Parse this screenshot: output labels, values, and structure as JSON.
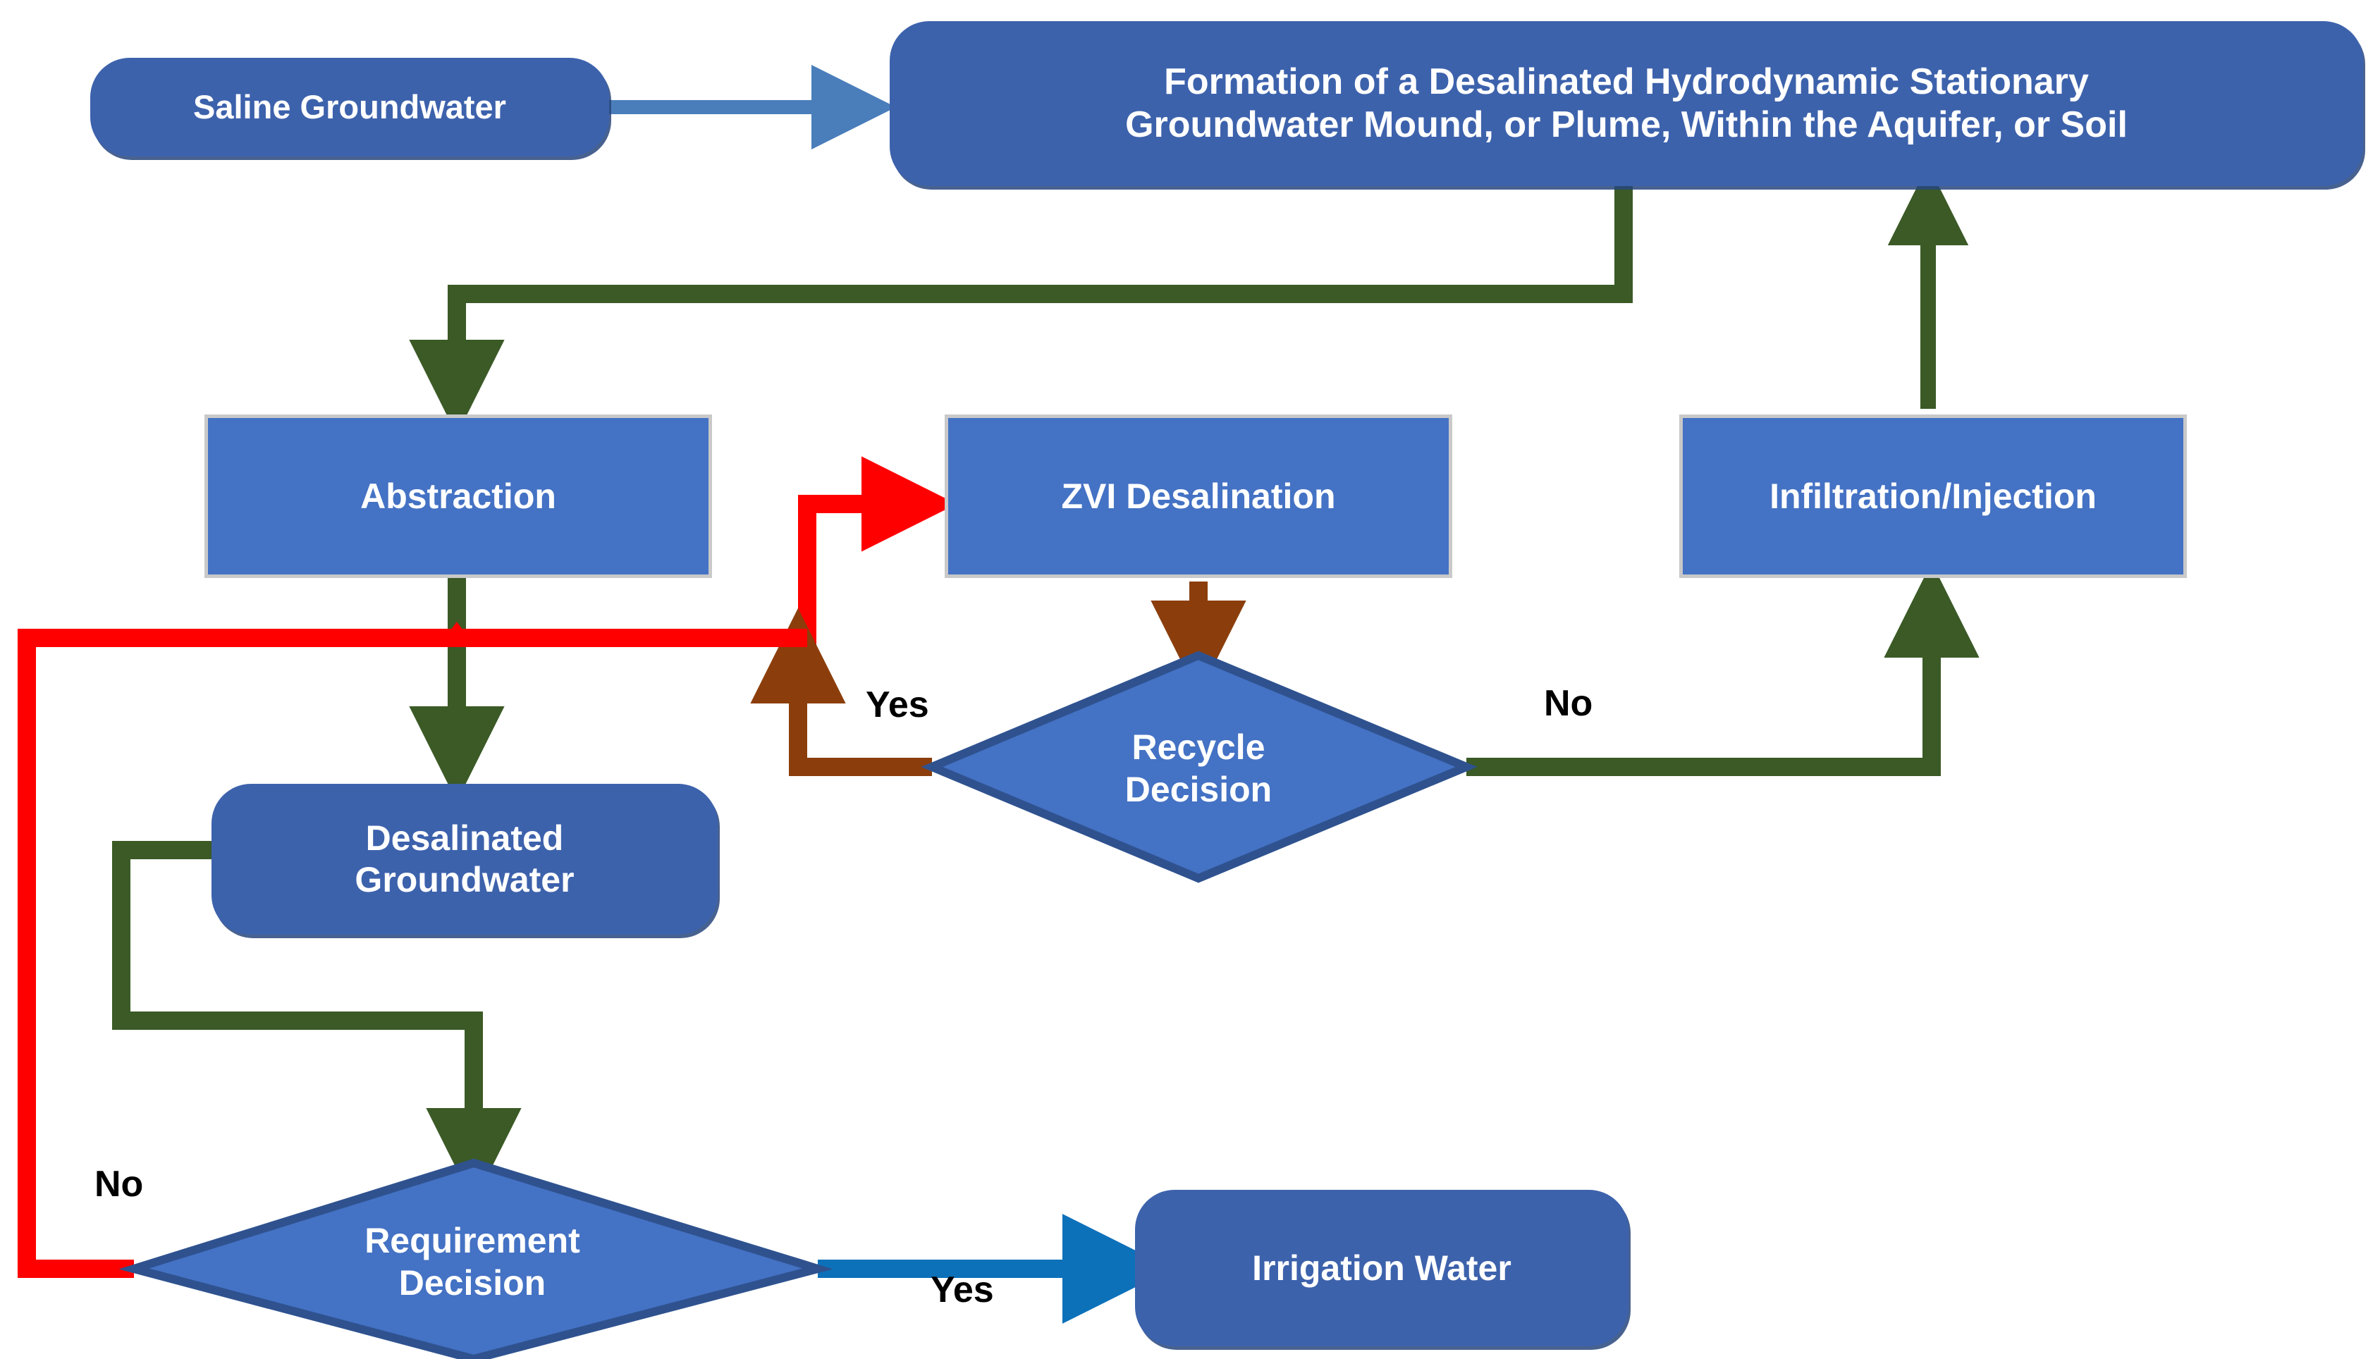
{
  "diagram": {
    "title_text_present": false,
    "background_color": "#FFFFFF",
    "palette": {
      "pill_fill": "#3D62AC",
      "rect_fill": "#4472C4",
      "rect_border": "#C9C9C9",
      "diamond_fill": "#4472C4",
      "diamond_border": "#2F528F",
      "arrow_blue": "#4A7EBB",
      "arrow_blue_dark": "#0D71BA",
      "arrow_green": "#3B5A26",
      "arrow_red": "#FF0000",
      "arrow_brown": "#8B3E0C",
      "label_text": "#000000",
      "node_text": "#FFFFFF"
    },
    "nodes": [
      {
        "id": "saline-groundwater",
        "label": "Saline Groundwater",
        "shape": "pill"
      },
      {
        "id": "formation-mound",
        "label": "Formation of a Desalinated Hydrodynamic Stationary\nGroundwater Mound, or Plume, Within the Aquifer, or Soil",
        "shape": "pill"
      },
      {
        "id": "abstraction",
        "label": "Abstraction",
        "shape": "rectangle"
      },
      {
        "id": "zvi-desalination",
        "label": "ZVI Desalination",
        "shape": "rectangle"
      },
      {
        "id": "infiltration-injection",
        "label": "Infiltration/Injection",
        "shape": "rectangle"
      },
      {
        "id": "desalinated-groundwater",
        "label": "Desalinated\nGroundwater",
        "shape": "pill"
      },
      {
        "id": "recycle-decision",
        "label": "Recycle\nDecision",
        "shape": "diamond"
      },
      {
        "id": "requirement-decision",
        "label": "Requirement\nDecision",
        "shape": "diamond"
      },
      {
        "id": "irrigation-water",
        "label": "Irrigation Water",
        "shape": "pill"
      }
    ],
    "edge_labels": [
      {
        "id": "recycle-yes",
        "text": "Yes"
      },
      {
        "id": "recycle-no",
        "text": "No"
      },
      {
        "id": "requirement-no",
        "text": "No"
      },
      {
        "id": "requirement-yes",
        "text": "Yes"
      }
    ],
    "edges": [
      {
        "from": "saline-groundwater",
        "to": "formation-mound",
        "color": "#4A7EBB",
        "label": ""
      },
      {
        "from": "formation-mound",
        "to": "abstraction",
        "color": "#3B5A26",
        "label": ""
      },
      {
        "from": "abstraction",
        "to": "desalinated-groundwater",
        "color": "#3B5A26",
        "label": ""
      },
      {
        "from": "abstraction",
        "to": "zvi-desalination",
        "color": "#FF0000",
        "label": ""
      },
      {
        "from": "zvi-desalination",
        "to": "recycle-decision",
        "color": "#8B3E0C",
        "label": ""
      },
      {
        "from": "recycle-decision",
        "to": "zvi-desalination",
        "color": "#8B3E0C",
        "label": "Yes"
      },
      {
        "from": "recycle-decision",
        "to": "infiltration-injection",
        "color": "#3B5A26",
        "label": "No"
      },
      {
        "from": "infiltration-injection",
        "to": "formation-mound",
        "color": "#3B5A26",
        "label": ""
      },
      {
        "from": "desalinated-groundwater",
        "to": "requirement-decision",
        "color": "#3B5A26",
        "label": ""
      },
      {
        "from": "requirement-decision",
        "to": "irrigation-water",
        "color": "#0D71BA",
        "label": "Yes"
      },
      {
        "from": "requirement-decision",
        "to": "zvi-desalination",
        "color": "#FF0000",
        "label": "No"
      }
    ]
  }
}
